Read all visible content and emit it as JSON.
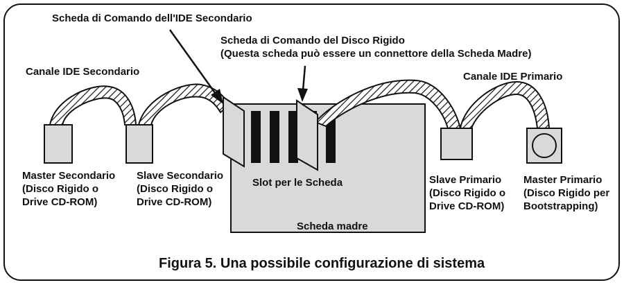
{
  "labels": {
    "secondary_ide_card": "Scheda di Comando dell'IDE Secondario",
    "hdd_control_card": {
      "line1": "Scheda di Comando del Disco Rigido",
      "line2": "(Questa scheda può essere un connettore della Scheda Madre)"
    },
    "secondary_channel": "Canale IDE Secondario",
    "primary_channel": "Canale IDE Primario",
    "secondary_master": {
      "line1": "Master Secondario",
      "line2": "(Disco Rigido o",
      "line3": "Drive CD-ROM)"
    },
    "secondary_slave": {
      "line1": "Slave Secondario",
      "line2": "(Disco Rigido o",
      "line3": "Drive CD-ROM)"
    },
    "slots": "Slot per le Scheda",
    "motherboard": "Scheda madre",
    "primary_slave": {
      "line1": "Slave Primario",
      "line2": "(Disco Rigido o",
      "line3": "Drive CD-ROM)"
    },
    "primary_master": {
      "line1": "Master Primario",
      "line2": "(Disco Rigido per",
      "line3": "Bootstrapping)"
    }
  },
  "caption": "Figura 5. Una possibile configurazione di sistema"
}
